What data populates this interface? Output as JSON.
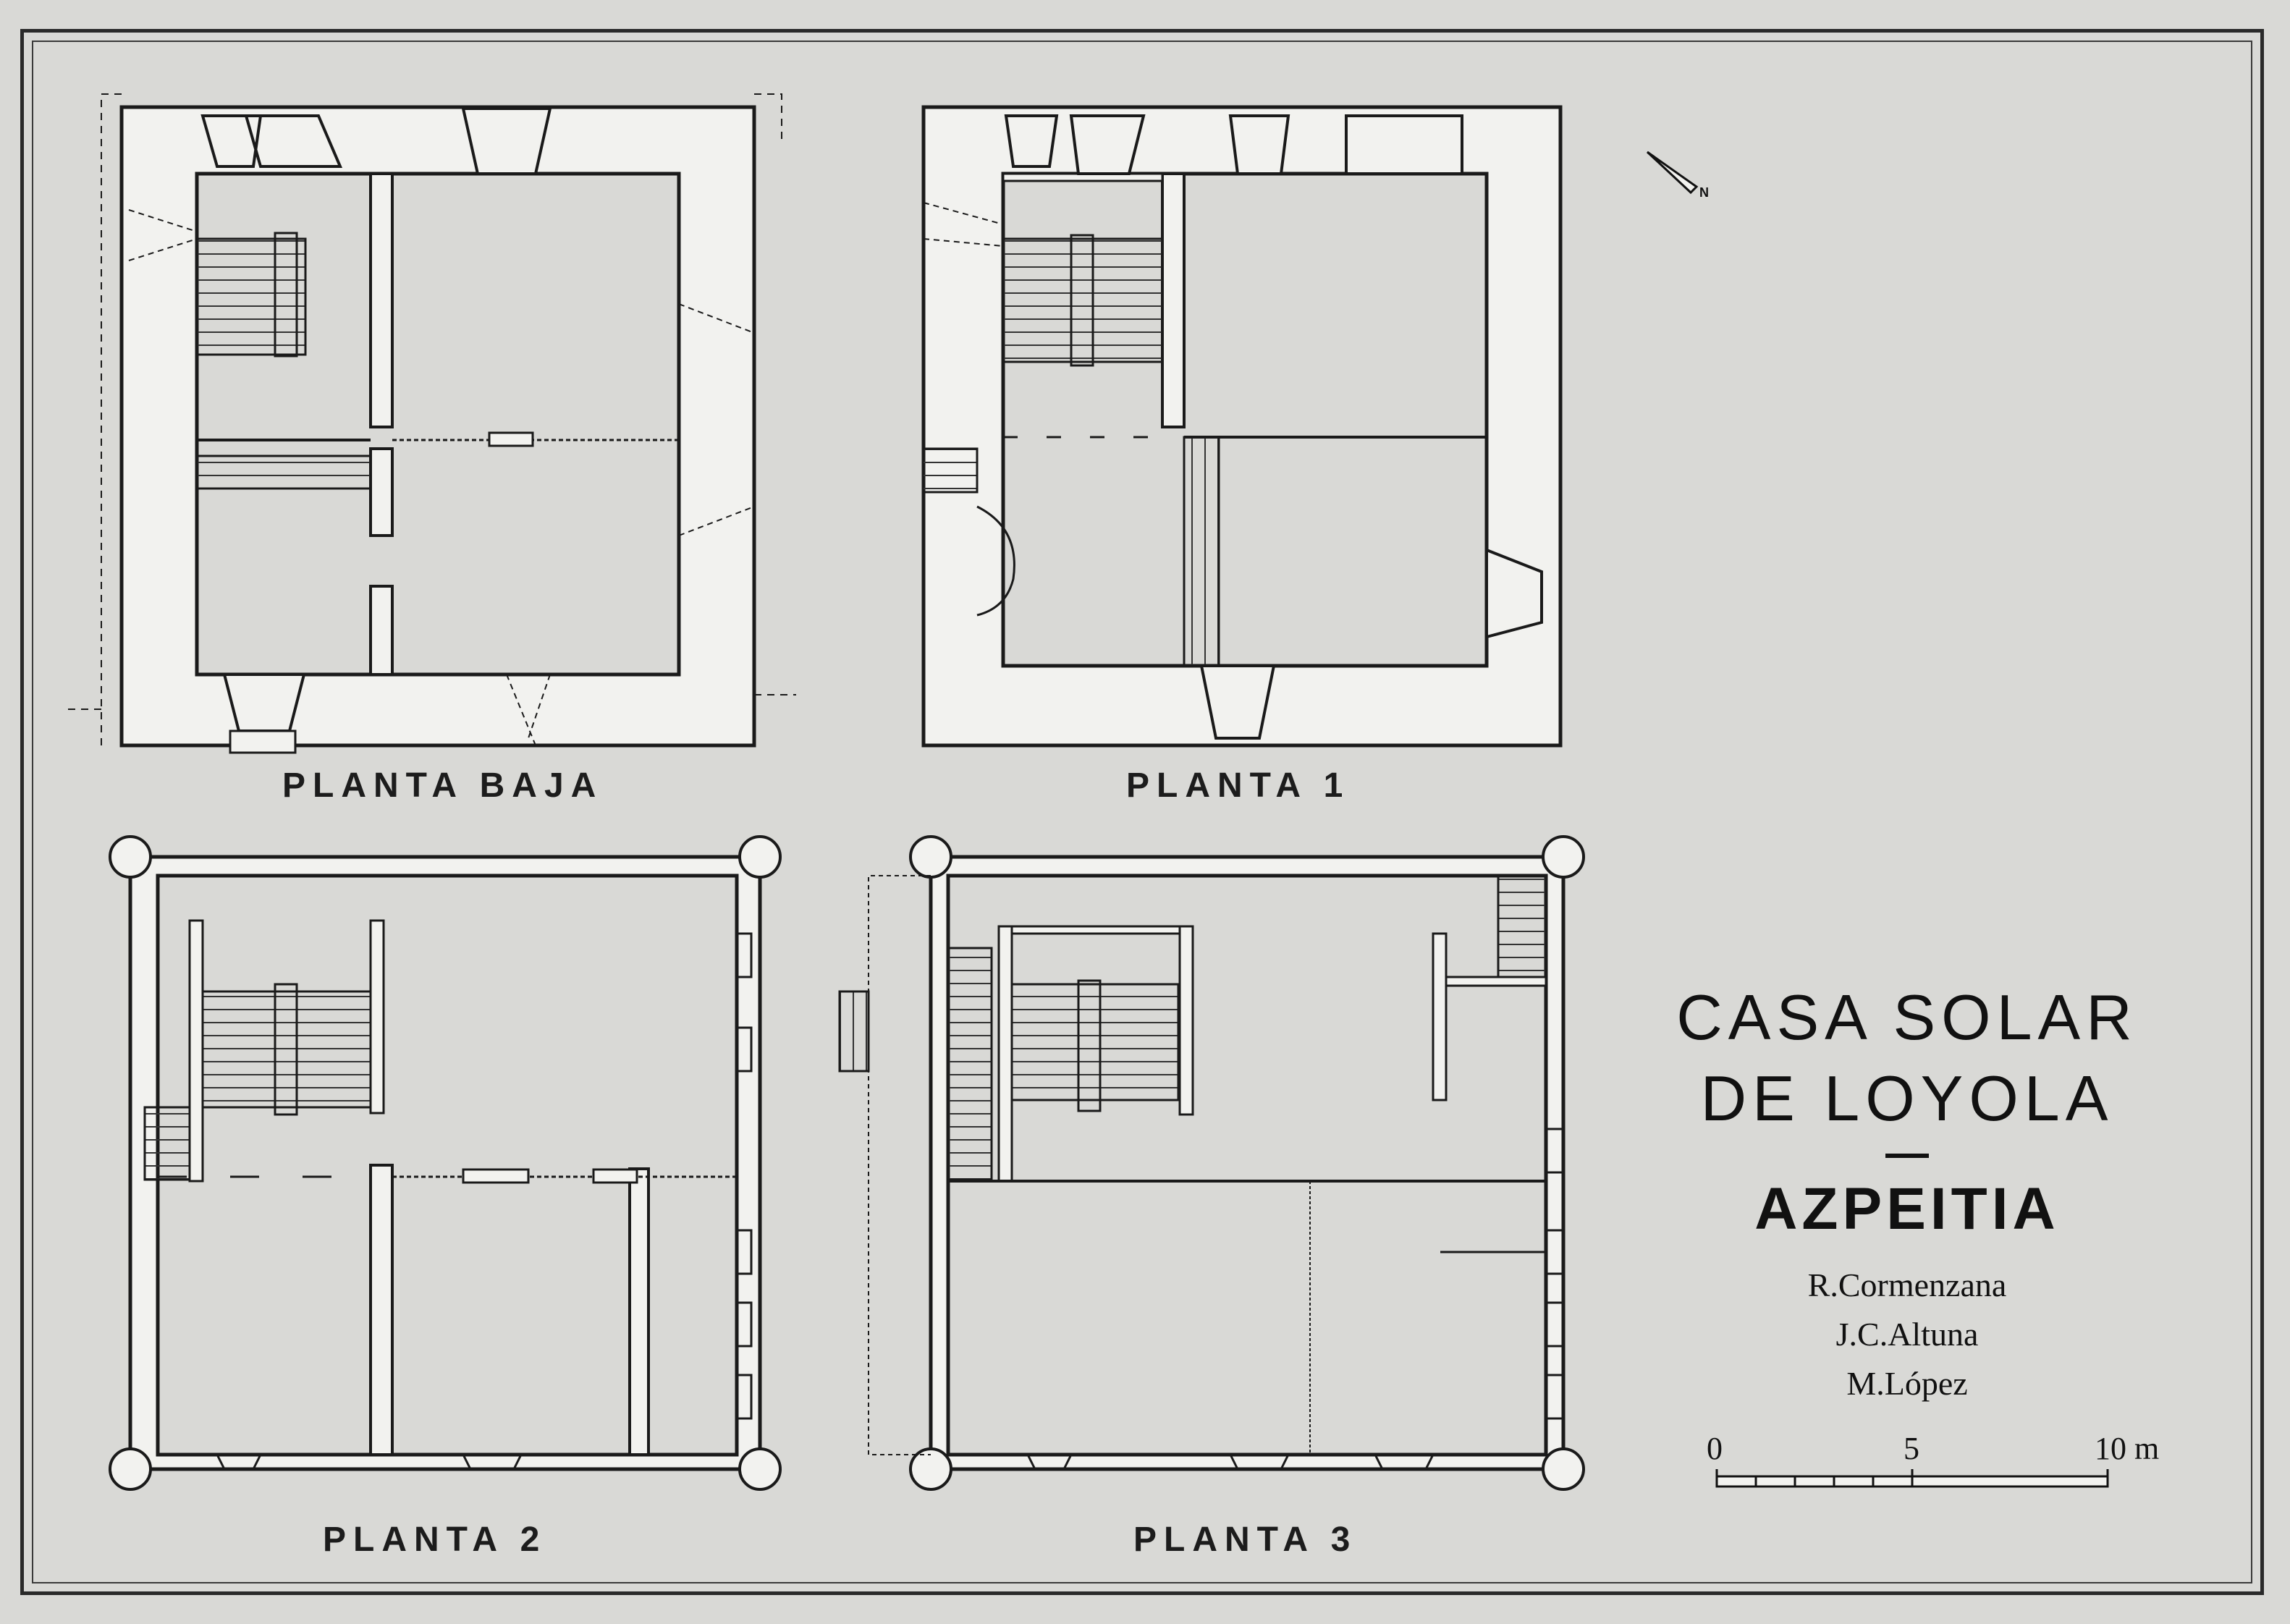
{
  "plans": {
    "ground": "PLANTA  BAJA",
    "first": "PLANTA  1",
    "second": "PLANTA  2",
    "third": "PLANTA  3"
  },
  "title": {
    "line1": "CASA  SOLAR",
    "line2": "DE  LOYOLA",
    "city": "AZPEITIA"
  },
  "authors": [
    "R.Cormenzana",
    "J.C.Altuna",
    "M.López"
  ],
  "scale": {
    "start": "0",
    "mid": "5",
    "end": "10 m"
  },
  "north": "N"
}
